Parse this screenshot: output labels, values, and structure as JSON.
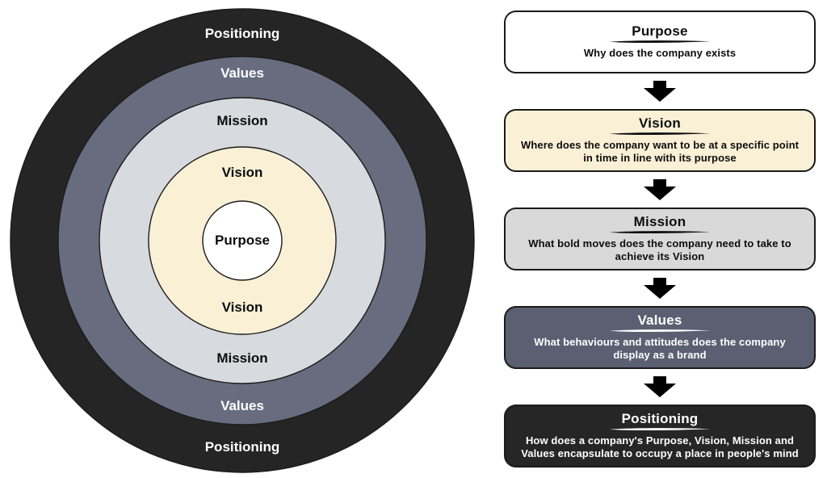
{
  "diagram": {
    "rings": [
      {
        "label": "Positioning",
        "fill": "#252525",
        "text_color": "#ffffff"
      },
      {
        "label": "Values",
        "fill": "#676d7f",
        "text_color": "#ffffff"
      },
      {
        "label": "Mission",
        "fill": "#d7dade",
        "text_color": "#0d0d0d"
      },
      {
        "label": "Vision",
        "fill": "#faf0d6",
        "text_color": "#0d0d0d"
      },
      {
        "label": "Purpose",
        "fill": "#ffffff",
        "text_color": "#0d0d0d"
      }
    ]
  },
  "flow": {
    "boxes": [
      {
        "title": "Purpose",
        "description": "Why does the company exists",
        "fill": "#ffffff",
        "text_color": "#0d0d0d"
      },
      {
        "title": "Vision",
        "description": "Where does the company want to be at a specific point in time in line with its purpose",
        "fill": "#faf0d6",
        "text_color": "#0d0d0d"
      },
      {
        "title": "Mission",
        "description": "What bold moves does the company need to take to achieve its Vision",
        "fill": "#d9d9d9",
        "text_color": "#0d0d0d"
      },
      {
        "title": "Values",
        "description": "What behaviours and attitudes does the company display as a brand",
        "fill": "#5a6071",
        "text_color": "#ffffff"
      },
      {
        "title": "Positioning",
        "description": "How does a company's Purpose, Vision, Mission and Values encapsulate to occupy a place in people's mind",
        "fill": "#262626",
        "text_color": "#ffffff"
      }
    ]
  },
  "colors": {
    "background": "#ffffff",
    "arrow": "#000000",
    "box_border": "#1a1a1a",
    "ring_stroke": "#1c1c1c"
  }
}
